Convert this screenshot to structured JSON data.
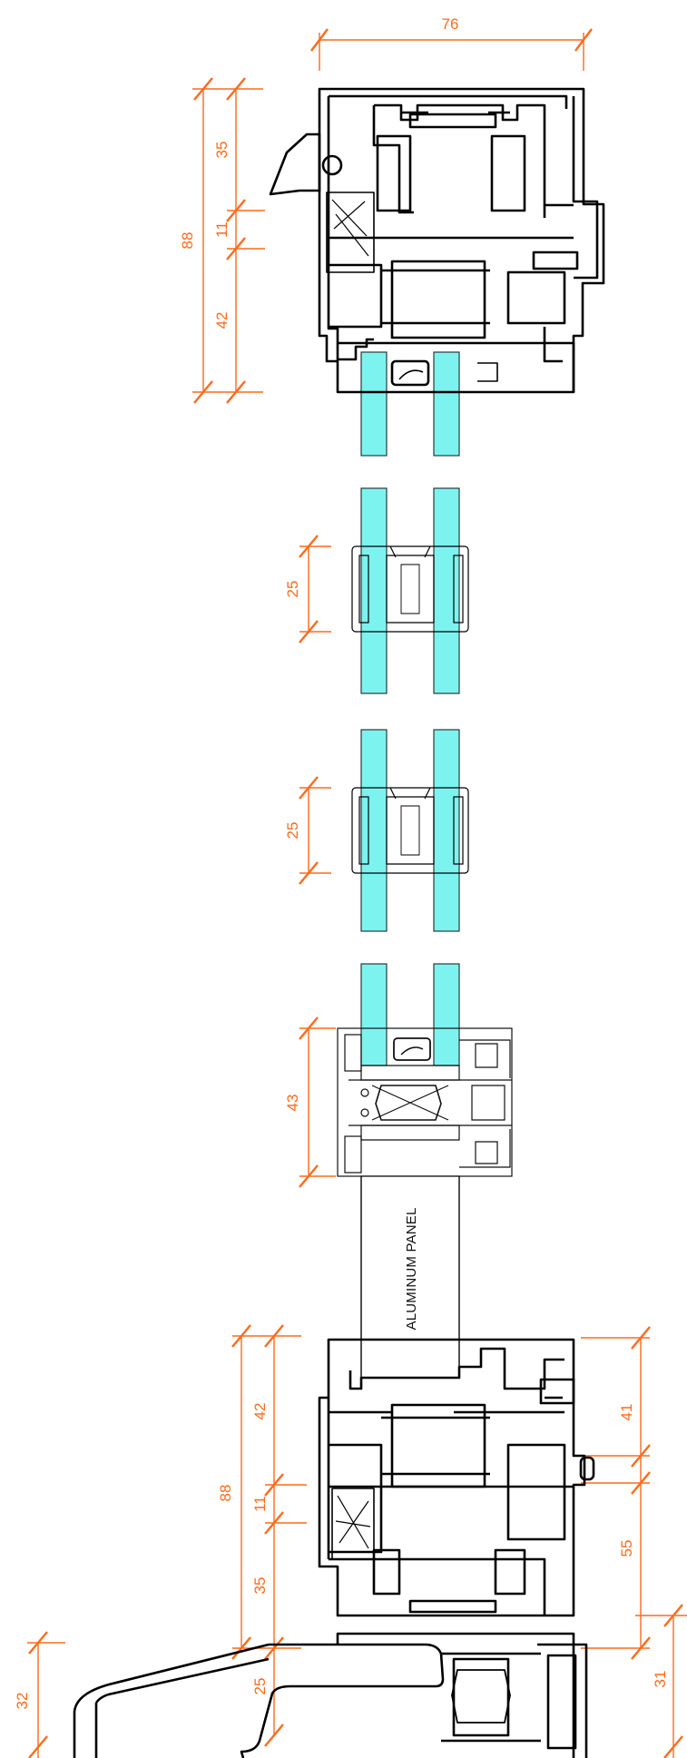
{
  "colors": {
    "dimension": "#ff6a1a",
    "glass_fill": "#7df3f0",
    "glass_stroke": "#2a3a3a",
    "profile_stroke": "#000000",
    "light_stroke": "#555555"
  },
  "dimensions": {
    "top_frame_width": "76",
    "top_total": "88",
    "top_upper": "35",
    "top_gap": "11",
    "top_lower": "42",
    "clamp_1": "25",
    "clamp_2": "25",
    "mullion": "43",
    "bottom_total": "88",
    "bottom_upper": "42",
    "bottom_gap": "11",
    "bottom_lower": "35",
    "sill": "25",
    "sill_height": "32",
    "right_upper": "41",
    "right_lower": "55",
    "right_bottom": "31"
  },
  "labels": {
    "aluminum_panel": "ALUMINUM PANEL"
  }
}
